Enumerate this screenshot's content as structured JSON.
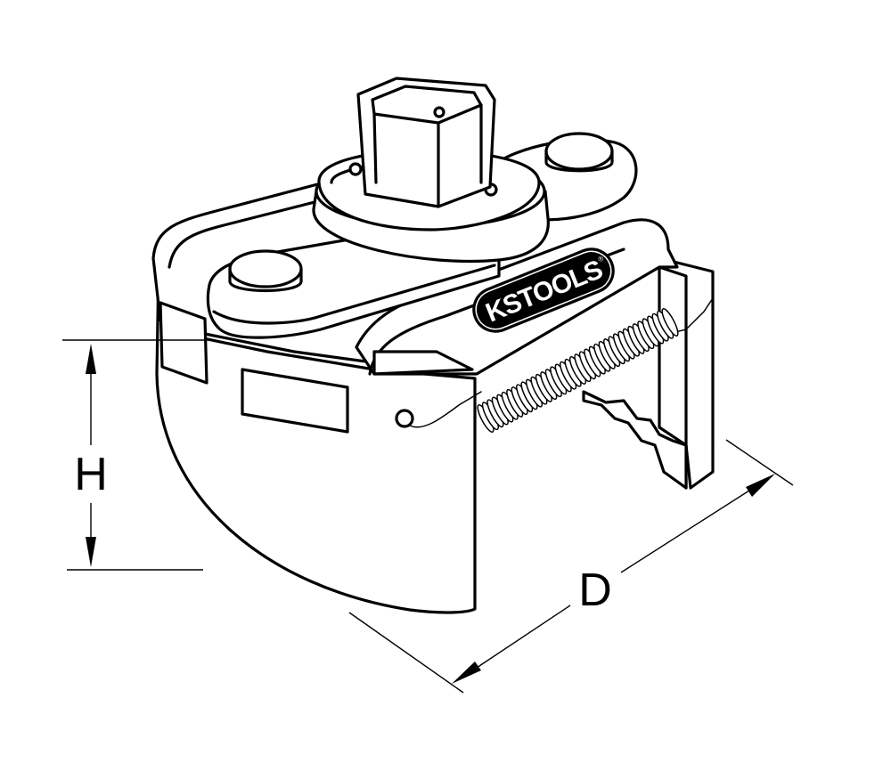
{
  "figure": {
    "dimension_labels": {
      "height": "H",
      "diameter": "D"
    },
    "brand_logo": {
      "text": "KSTOOLS",
      "mark": "®"
    }
  }
}
